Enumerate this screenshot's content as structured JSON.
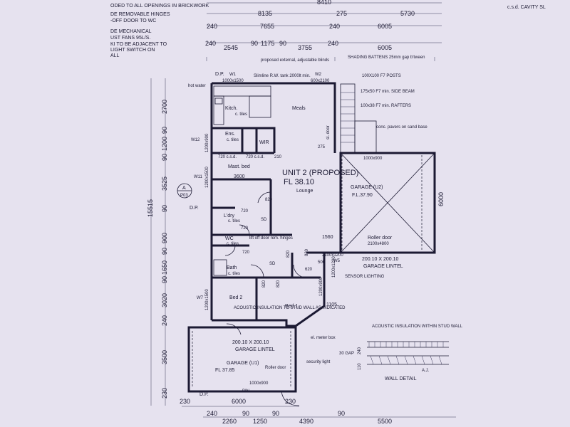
{
  "notes_top_left": [
    "ODED TO ALL OPENINGS IN BRICKWORK",
    "DE REMOVABLE HINGES",
    "-OFF DOOR TO WC",
    "DE MECHANICAL",
    "UST FANS 95L/S.",
    "KI TO BE ADJACENT TO",
    "LIGHT SWITCH ON",
    "ALL"
  ],
  "note_top_right": "c.s.d.  CAVITY SL",
  "dims_top_row1": [
    "8410"
  ],
  "dims_top_row2": [
    "8135",
    "275",
    "5730"
  ],
  "dims_top_row3": [
    "240",
    "7655",
    "240",
    "6005"
  ],
  "dims_top_row4": [
    "240",
    "2545",
    "90",
    "1175",
    "90",
    "3755",
    "240",
    "6005"
  ],
  "dims_left": [
    "2700",
    "90",
    "1200",
    "90",
    "3525",
    "15515",
    "90",
    "900",
    "90",
    "1650",
    "90",
    "3020",
    "240",
    "3500",
    "230"
  ],
  "dims_bottom": [
    "230",
    "6000",
    "230",
    "240",
    "2260",
    "90",
    "1250",
    "90",
    "4390",
    "90",
    "5500"
  ],
  "labels": {
    "dp_top": "D.P.",
    "w1": "W1",
    "w1_size": "1000x1500",
    "proposed_blinds": "proposed external, adjustable blinds",
    "slimline": "Slimline R.W. tank 2000lt min.",
    "w2": "W2",
    "w2_size": "600x2100",
    "shading_battens": "SHADING BATTENS 25mm gap b'tween",
    "posts": "100X100 F7 POSTS",
    "side_beam": "175x50 F7 min. SIDE BEAM",
    "rafters": "100x38 F7 min. RAFTERS",
    "pavers": "conc. pavers on sand base",
    "hot_water": "hot water",
    "kitch": "Kitch.",
    "c_tiles": "c. tiles",
    "meals": "Meals",
    "w12": "W12",
    "w12_size": "1200x900",
    "ens": "Ens.",
    "ens_tiles": "c. tiles",
    "wir": "WIR",
    "csd_720a": "720 c.s.d.",
    "csd_720b": "720 c.s.d.",
    "n210": "210",
    "n275": "275",
    "sl_door": "sl. door",
    "n1000x900": "1000x900",
    "w11": "W11",
    "w11_size": "1200x1500",
    "mast_bed": "Mast. bed",
    "n3600": "3600",
    "unit_title": "UNIT 2 (PROPOSED)",
    "unit_fl": "FL 38.10",
    "lounge": "Lounge",
    "garage_u2": "GARAGE (U2)",
    "garage_u2_fl": "F.L.37.90",
    "n6000_right": "6000",
    "section_a": "A",
    "section_p03": "P03",
    "dp_left": "D.P.",
    "n720a": "720",
    "n820a": "820",
    "ldry": "L'dry",
    "ldry_tiles": "c. tiles",
    "sd1": "SD",
    "n720b": "720",
    "wc": "WC",
    "wc_tiles": "c. tiles",
    "lift_off": "lift off door rem. hinges",
    "n1560": "1560",
    "roller_door_u2": "Roller door",
    "roller_door_u2_size": "2100x4800",
    "n720c": "720",
    "n820b": "820",
    "n2100x1200": "2100x1200",
    "lintel_u2": "200.10 X 200.10",
    "lintel_u2_label": "GARAGE LINTEL",
    "bath": "Bath",
    "bath_tiles": "c. tiles",
    "sd2": "SD",
    "w5": "W5",
    "n820c": "820",
    "n620": "620",
    "n500": "500",
    "n1200x1200": "1200x1200",
    "sensor": "SENSOR LIGHTING",
    "w7": "W7",
    "w7_size": "1200x1500",
    "n820d": "820",
    "n820e": "820",
    "n1200x900": "1200x900",
    "bed2": "Bed 2",
    "acoustic_ins": "ACOUSTIC INSULATION TO STUD WALL AS INDICATED",
    "bed1": "Bed 1",
    "n1105": "1105",
    "meter_box": "el. meter box",
    "lintel_u1": "200.10 X 200.10",
    "lintel_u1_label": "GARAGE LINTEL",
    "garage_u1": "GARAGE (U1)",
    "garage_u1_fl": "FL 37.85",
    "roller_door_u1": "Roller door",
    "security_light": "security light",
    "n1000x900_b": "1000x900",
    "dp_bottom": "D.P.",
    "bin": "BIN",
    "wd_acoustic": "ACOUSTIC INSULATION WITHIN STUD WALL",
    "wd_30gap": "30 GAP",
    "wd_240": "240",
    "wd_110": "110",
    "wd_aj": "A.J.",
    "wall_detail": "WALL DETAIL"
  }
}
